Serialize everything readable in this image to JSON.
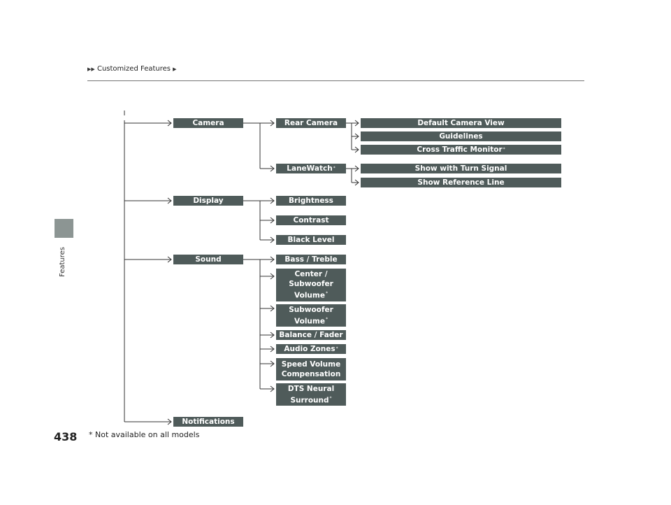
{
  "breadcrumb": {
    "title": "Customized Features"
  },
  "sidebar": {
    "section_label": "Features"
  },
  "page_number": "438",
  "footnote": "* Not available on all models",
  "asterisk": "*",
  "tree": {
    "camera": "Camera",
    "rear_camera": "Rear Camera",
    "default_camera_view": "Default Camera View",
    "guidelines": "Guidelines",
    "cross_traffic_monitor": "Cross Traffic Monitor",
    "lanewatch": "LaneWatch",
    "show_with_turn_signal": "Show with Turn Signal",
    "show_reference_line": "Show Reference Line",
    "display": "Display",
    "brightness": "Brightness",
    "contrast": "Contrast",
    "black_level": "Black Level",
    "sound": "Sound",
    "bass_treble": "Bass / Treble",
    "center_subwoofer_l1": "Center /",
    "center_subwoofer_l2": "Subwoofer",
    "center_subwoofer_l3": "Volume",
    "subwoofer_l1": "Subwoofer",
    "subwoofer_l2": "Volume",
    "balance_fader": "Balance / Fader",
    "audio_zones": "Audio Zones",
    "speed_volume_l1": "Speed Volume",
    "speed_volume_l2": "Compensation",
    "dts_l1": "DTS Neural",
    "dts_l2": "Surround",
    "notifications": "Notifications"
  }
}
